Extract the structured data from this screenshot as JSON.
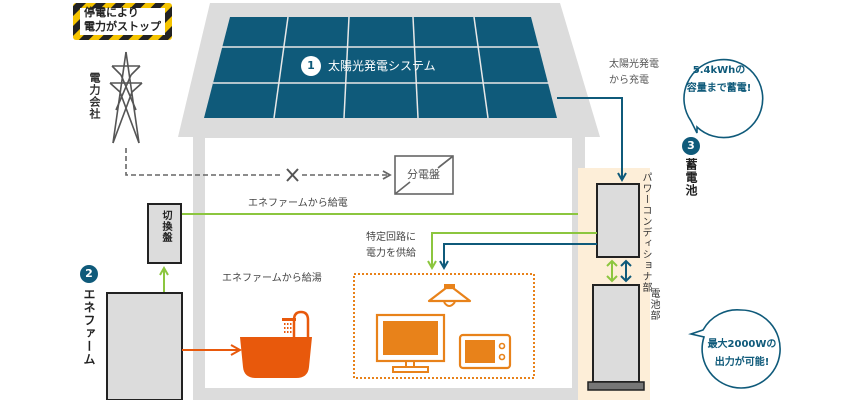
{
  "diagram": {
    "warning_sign": {
      "line1": "停電により",
      "line2": "電力がストップ"
    },
    "power_company": {
      "label": "電力会社"
    },
    "solar": {
      "number": "1",
      "label": "太陽光発電システム"
    },
    "charge_label": {
      "line1": "太陽光発電",
      "line2": "から充電"
    },
    "bubble_capacity": {
      "line1": "5.4kWhの",
      "line2": "容量まで蓄電!"
    },
    "battery": {
      "number": "3",
      "label": "蓄電池",
      "conditioner_label": "パワーコンディショナ部",
      "cell_label": "電池部"
    },
    "bubble_output": {
      "line1": "最大2000Wの",
      "line2": "出力が可能!"
    },
    "distribution_board": {
      "label": "分電盤"
    },
    "blocked_mark": "×",
    "switchboard": {
      "label": "切換盤"
    },
    "enefarm": {
      "number": "2",
      "label": "エネファーム"
    },
    "enefarm_power_label": "エネファームから給電",
    "enefarm_hotwater_label": "エネファームから給湯",
    "specific_circuit_label": {
      "line1": "特定回路に",
      "line2": "電力を供給"
    },
    "colors": {
      "solar_panel": "#0f5a7a",
      "green_flow": "#8cc63f",
      "blue_flow": "#0f5a7a",
      "orange": "#e8590c",
      "appliance_orange": "#e8821a",
      "house_wall": "#dcdcdc",
      "battery_area": "#fdeed8",
      "warning_yellow": "#f5c400"
    }
  }
}
